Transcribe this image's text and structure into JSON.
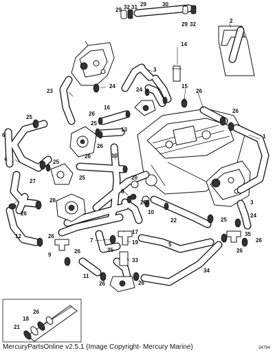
{
  "caption": "MercuryPartsOnline v2.5.1 (Image Copyright- Mercury Marine)",
  "drawing_number": "34794",
  "callouts": [
    {
      "id": "c29a",
      "text": "29"
    },
    {
      "id": "c32a",
      "text": "32"
    },
    {
      "id": "c31",
      "text": "31"
    },
    {
      "id": "c29b",
      "text": "29"
    },
    {
      "id": "c30",
      "text": "30"
    },
    {
      "id": "c29c",
      "text": "29"
    },
    {
      "id": "c32b",
      "text": "32"
    },
    {
      "id": "c2",
      "text": "2"
    },
    {
      "id": "c14",
      "text": "14"
    },
    {
      "id": "c3a",
      "text": "3"
    },
    {
      "id": "c24a",
      "text": "24"
    },
    {
      "id": "c24b",
      "text": "24"
    },
    {
      "id": "c15",
      "text": "15"
    },
    {
      "id": "c23",
      "text": "23"
    },
    {
      "id": "c25a",
      "text": "25"
    },
    {
      "id": "c16",
      "text": "16"
    },
    {
      "id": "c26a",
      "text": "26"
    },
    {
      "id": "c26b",
      "text": "26"
    },
    {
      "id": "c26c",
      "text": "26"
    },
    {
      "id": "c25b",
      "text": "25"
    },
    {
      "id": "c13",
      "text": "13"
    },
    {
      "id": "c26d",
      "text": "26"
    },
    {
      "id": "c6",
      "text": "6"
    },
    {
      "id": "c1",
      "text": "1"
    },
    {
      "id": "c26e",
      "text": "26"
    },
    {
      "id": "c10a",
      "text": "10"
    },
    {
      "id": "c4",
      "text": "4"
    },
    {
      "id": "c25c",
      "text": "25"
    },
    {
      "id": "c27",
      "text": "27"
    },
    {
      "id": "c25d",
      "text": "25"
    },
    {
      "id": "c20",
      "text": "20"
    },
    {
      "id": "c8",
      "text": "8"
    },
    {
      "id": "c28",
      "text": "28"
    },
    {
      "id": "c26f",
      "text": "26"
    },
    {
      "id": "c25e",
      "text": "25"
    },
    {
      "id": "c10b",
      "text": "10"
    },
    {
      "id": "c22",
      "text": "22"
    },
    {
      "id": "c3b",
      "text": "3"
    },
    {
      "id": "c25f",
      "text": "25"
    },
    {
      "id": "c24c",
      "text": "24"
    },
    {
      "id": "c12",
      "text": "12"
    },
    {
      "id": "c26g",
      "text": "26"
    },
    {
      "id": "c7",
      "text": "7"
    },
    {
      "id": "c17",
      "text": "17"
    },
    {
      "id": "c19",
      "text": "19"
    },
    {
      "id": "c25g",
      "text": "25"
    },
    {
      "id": "c5",
      "text": "5"
    },
    {
      "id": "c35",
      "text": "35"
    },
    {
      "id": "c26h",
      "text": "26"
    },
    {
      "id": "c26i",
      "text": "26"
    },
    {
      "id": "c9",
      "text": "9"
    },
    {
      "id": "c33",
      "text": "33"
    },
    {
      "id": "c11",
      "text": "11"
    },
    {
      "id": "c26j",
      "text": "26"
    },
    {
      "id": "c26k",
      "text": "26"
    },
    {
      "id": "c34",
      "text": "34"
    },
    {
      "id": "c26l",
      "text": "26"
    },
    {
      "id": "c21",
      "text": "21"
    },
    {
      "id": "c18",
      "text": "18"
    },
    {
      "id": "c26m",
      "text": "26"
    }
  ]
}
